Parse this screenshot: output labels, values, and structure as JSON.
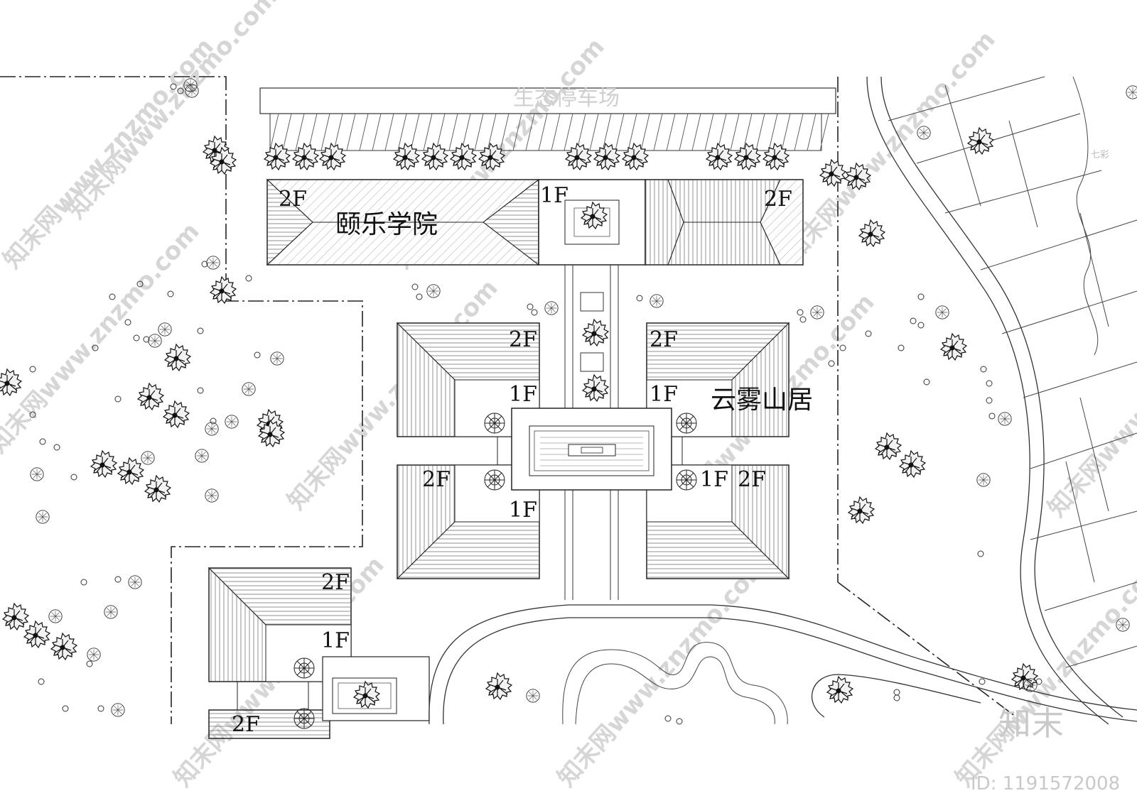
{
  "labels": {
    "parking": "生态停车场",
    "academy": "颐乐学院",
    "residence": "云雾山居",
    "faint_right": "七彩"
  },
  "floors": {
    "f2": "2F",
    "f1": "1F",
    "f2_cut": "2F"
  },
  "watermark": {
    "text": "知末网www.znzmo.com",
    "logo": "知末",
    "id": "ID: 1191572008"
  },
  "colors": {
    "line": "#222222",
    "hatch": "#666666",
    "faint": "#bdbdbd",
    "watermark": "#d6d6d6"
  },
  "icons": [
    "tree-icon",
    "shrub-icon",
    "parasol-icon"
  ]
}
